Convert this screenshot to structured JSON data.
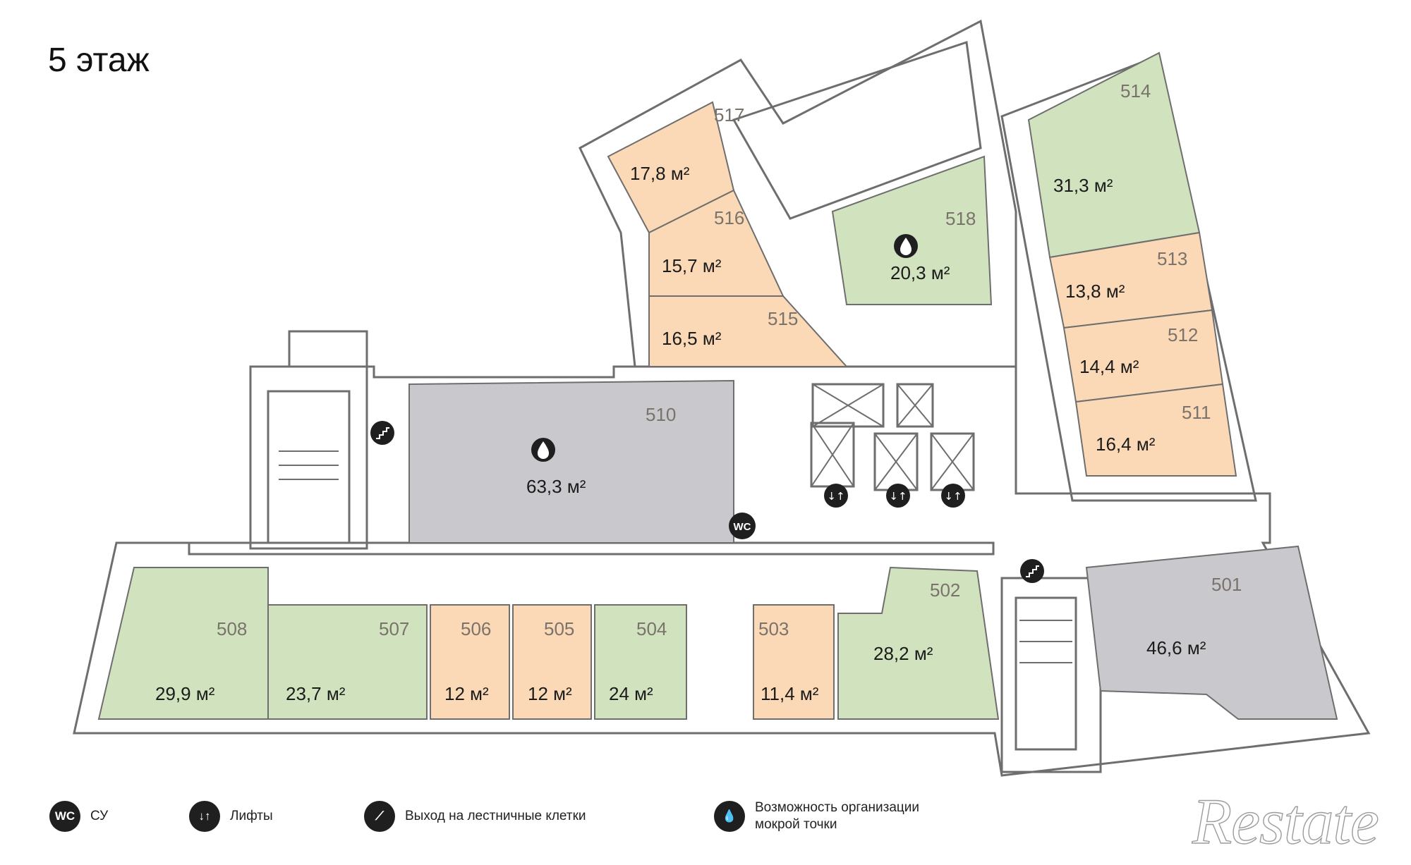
{
  "floor_title": "5 этаж",
  "colors": {
    "green": "#d1e3be",
    "orange": "#fbd9b6",
    "grey": "#c9c8cc",
    "wall": "#6e6e6e",
    "icon": "#1f1f1f"
  },
  "rooms": [
    {
      "number": "517",
      "area": "17,8 м²",
      "status": "orange"
    },
    {
      "number": "516",
      "area": "15,7 м²",
      "status": "orange"
    },
    {
      "number": "515",
      "area": "16,5 м²",
      "status": "orange"
    },
    {
      "number": "518",
      "area": "20,3 м²",
      "status": "green"
    },
    {
      "number": "514",
      "area": "31,3 м²",
      "status": "green"
    },
    {
      "number": "513",
      "area": "13,8 м²",
      "status": "orange"
    },
    {
      "number": "512",
      "area": "14,4 м²",
      "status": "orange"
    },
    {
      "number": "511",
      "area": "16,4 м²",
      "status": "orange"
    },
    {
      "number": "510",
      "area": "63,3 м²",
      "status": "grey"
    },
    {
      "number": "508",
      "area": "29,9 м²",
      "status": "green"
    },
    {
      "number": "507",
      "area": "23,7 м²",
      "status": "green"
    },
    {
      "number": "506",
      "area": "12 м²",
      "status": "orange"
    },
    {
      "number": "505",
      "area": "12 м²",
      "status": "orange"
    },
    {
      "number": "504",
      "area": "24 м²",
      "status": "green"
    },
    {
      "number": "503",
      "area": "11,4 м²",
      "status": "orange"
    },
    {
      "number": "502",
      "area": "28,2 м²",
      "status": "green"
    },
    {
      "number": "501",
      "area": "46,6 м²",
      "status": "grey"
    }
  ],
  "markers": {
    "wc": "WC"
  },
  "legend": [
    {
      "icon": "wc-icon",
      "icon_text": "WC",
      "label": "СУ"
    },
    {
      "icon": "elevator-icon",
      "icon_text": "↓↑",
      "label": "Лифты"
    },
    {
      "icon": "stairs-icon",
      "icon_text": "⟋",
      "label": "Выход на лестничные клетки"
    },
    {
      "icon": "water-drop-icon",
      "icon_text": "💧",
      "label": "Возможность организации\nмокрой точки"
    }
  ],
  "logo_text": "Restate"
}
